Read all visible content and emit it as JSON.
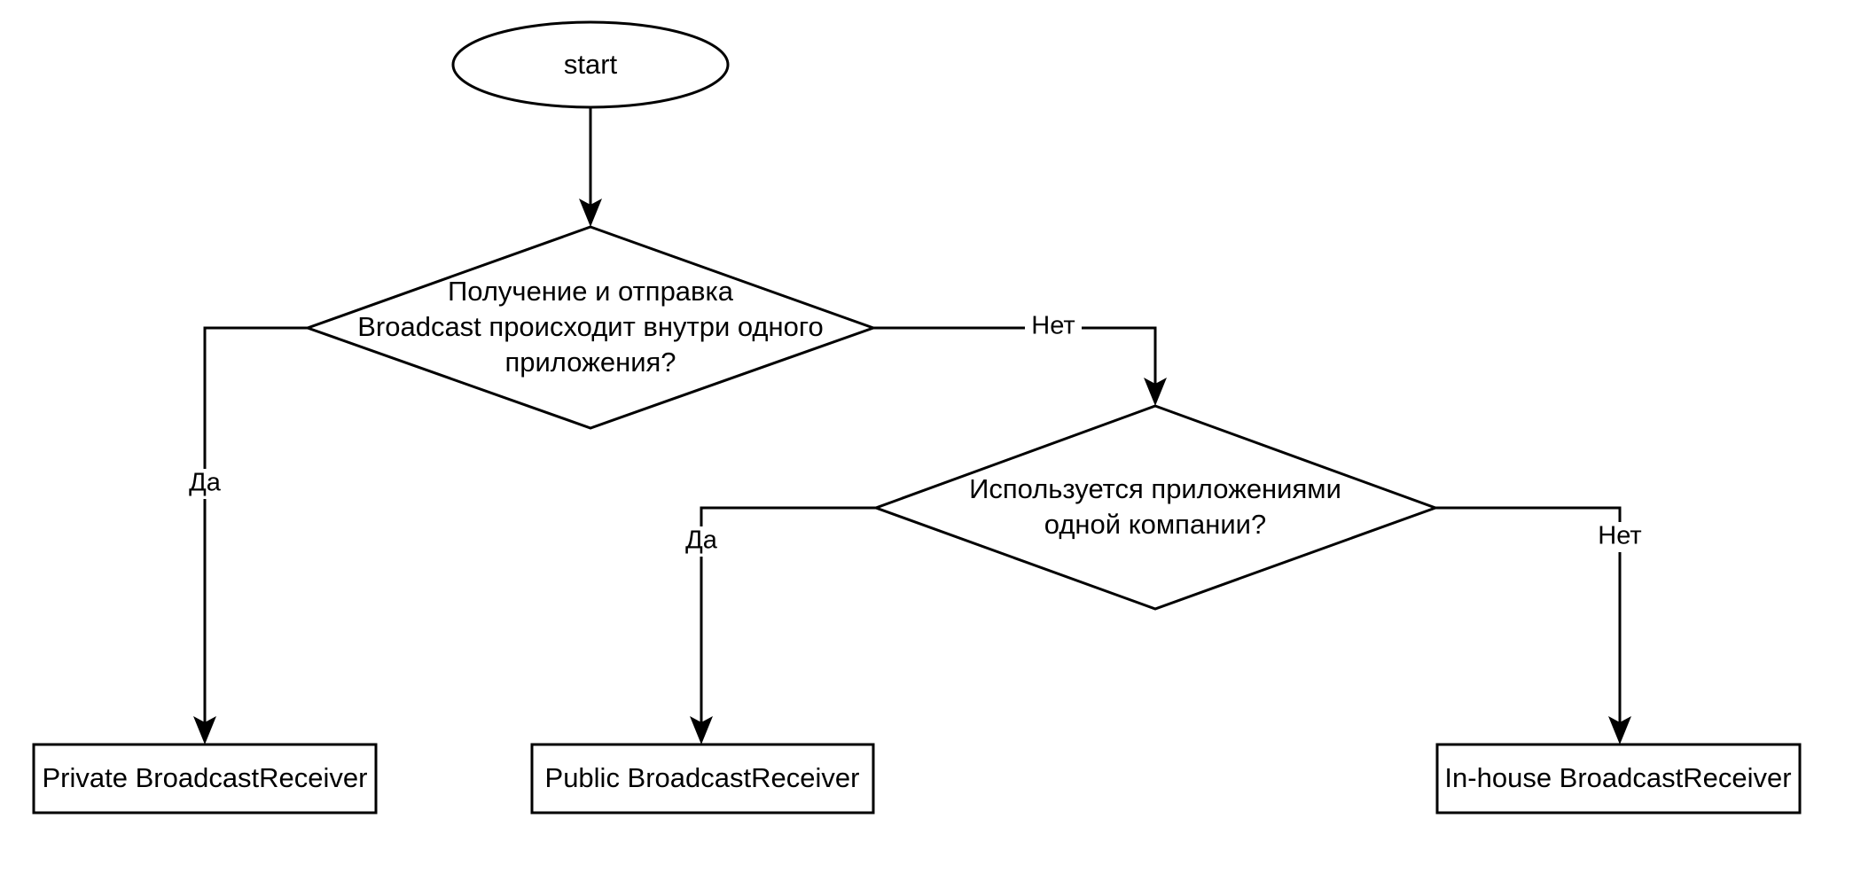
{
  "diagram": {
    "type": "flowchart",
    "title": "BroadcastReceiver type decision flowchart",
    "background_color": "#ffffff",
    "line_color": "#000000",
    "text_color": "#000000",
    "nodes": [
      {
        "id": "start",
        "shape": "ellipse",
        "label": "start"
      },
      {
        "id": "decision1",
        "shape": "diamond",
        "label_line1": "Получение и отправка",
        "label_line2": "Broadcast происходит внутри одного",
        "label_line3": "приложения?"
      },
      {
        "id": "decision2",
        "shape": "diamond",
        "label_line1": "Используется приложениями",
        "label_line2": "одной компании?"
      },
      {
        "id": "result_private",
        "shape": "rect",
        "label": "Private BroadcastReceiver"
      },
      {
        "id": "result_public",
        "shape": "rect",
        "label": "Public BroadcastReceiver"
      },
      {
        "id": "result_inhouse",
        "shape": "rect",
        "label": "In-house BroadcastReceiver"
      }
    ],
    "edges": [
      {
        "id": "e_start_d1",
        "from": "start",
        "to": "decision1",
        "label": ""
      },
      {
        "id": "e_d1_private",
        "from": "decision1",
        "to": "result_private",
        "label": "Да"
      },
      {
        "id": "e_d1_d2",
        "from": "decision1",
        "to": "decision2",
        "label": "Нет"
      },
      {
        "id": "e_d2_public",
        "from": "decision2",
        "to": "result_public",
        "label": "Да"
      },
      {
        "id": "e_d2_inhouse",
        "from": "decision2",
        "to": "result_inhouse",
        "label": "Нет"
      }
    ]
  }
}
